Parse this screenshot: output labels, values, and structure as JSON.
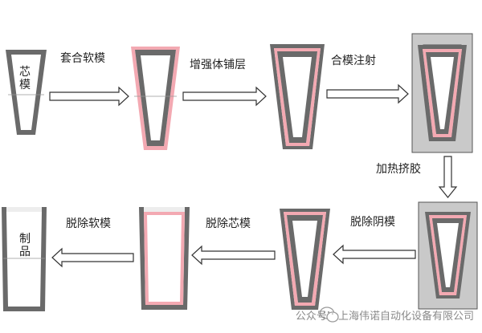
{
  "process_labels": {
    "step1": "套合软模",
    "step2": "增强体铺层",
    "step3": "合模注射",
    "step4": "加热挤胶",
    "step5": "脱除阴模",
    "step6": "脱除芯模",
    "step7": "脱除软模"
  },
  "inner_labels": {
    "core_mold": "芯模",
    "product": "制品"
  },
  "watermark": {
    "prefix": "公众号",
    "separator": "·",
    "company": "上海伟诺自动化设备有限公司"
  },
  "colors": {
    "mold_gray": "#6a6a6a",
    "outer_mold": "#c9c9c9",
    "soft_mold_pink": "#f3a9b2",
    "line": "#333333"
  }
}
